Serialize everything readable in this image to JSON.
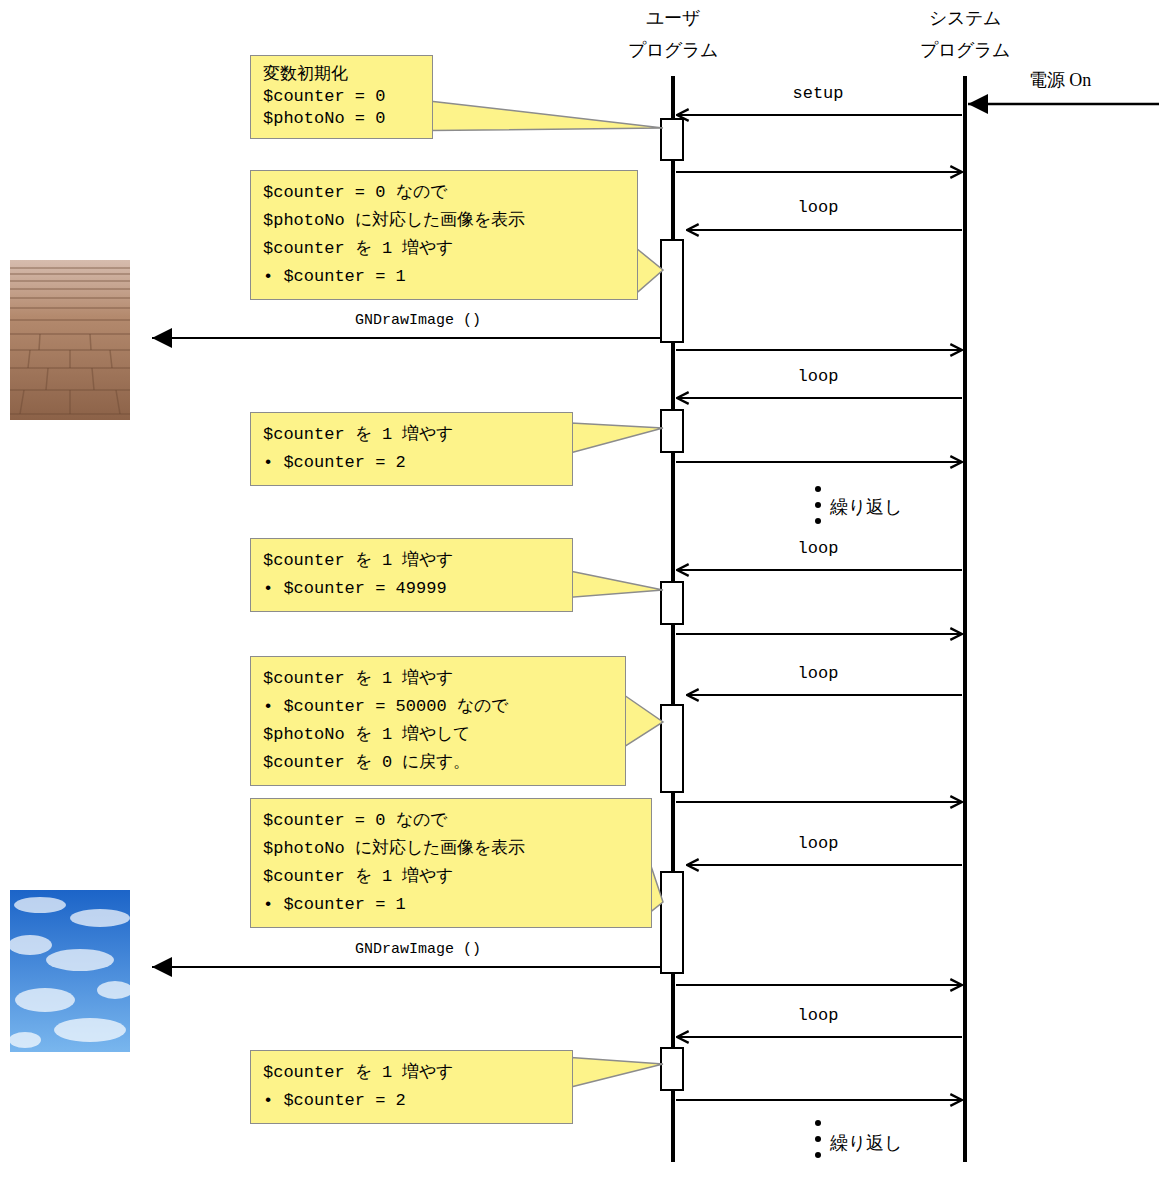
{
  "diagram": {
    "nodes": [
      {
        "text": [
          "変数初期化",
          "$counter = 0",
          "$photoNo = 0"
        ]
      },
      {
        "text": [
          "$counter = 0 なので",
          "$photoNo に対応した画像を表示",
          "$counter を 1 増やす",
          "• $counter = 1"
        ]
      },
      {
        "text": [
          "$counter を 1 増やす",
          "• $counter = 2"
        ]
      },
      {
        "text": [
          "$counter を 1 増やす",
          "• $counter = 49999"
        ]
      },
      {
        "text": [
          "$counter を 1 増やす",
          "• $counter = 50000 なので",
          "$photoNo を 1 増やして",
          "$counter を 0 に戻す。"
        ]
      },
      {
        "text": [
          "$counter = 0 なので",
          "$photoNo に対応した画像を表示",
          "$counter を 1 増やす",
          "• $counter = 1"
        ]
      },
      {
        "text": [
          "$counter を 1 増やす",
          "• $counter = 2"
        ]
      }
    ],
    "labels": [
      "ユーザ プログラム",
      "システム プログラム",
      "電源 On",
      "setup",
      "loop",
      "GNDrawImage ()",
      "loop",
      "繰り返し",
      "loop",
      "loop",
      "loop",
      "GNDrawImage ()",
      "loop",
      "繰り返し"
    ]
  }
}
